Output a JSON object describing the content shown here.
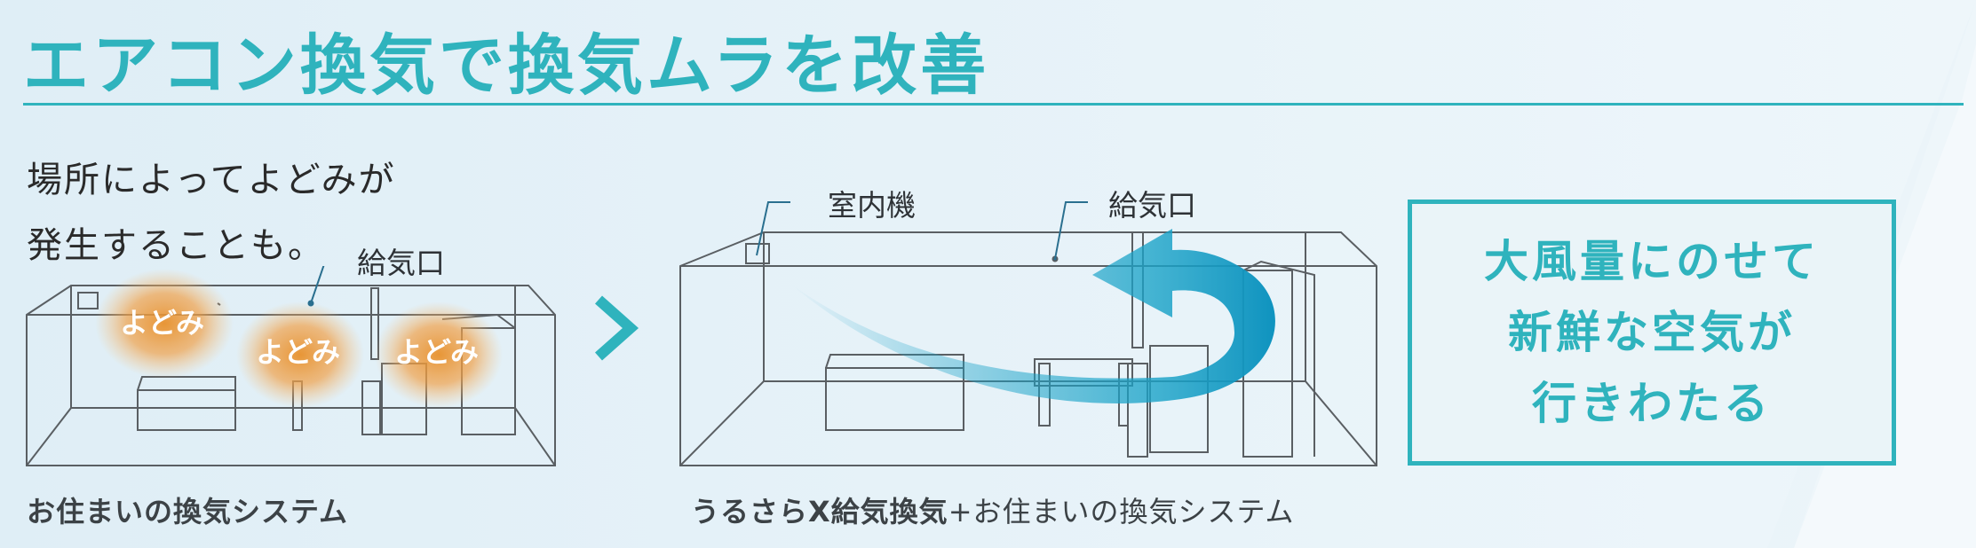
{
  "title": "エアコン換気で換気ムラを改善",
  "note": {
    "line1": "場所によってよどみが",
    "line2": "発生することも。"
  },
  "left_room": {
    "supply_label": "給気口",
    "stagnation_labels": [
      "よどみ",
      "よどみ",
      "よどみ"
    ],
    "caption": "お住まいの換気システム"
  },
  "right_room": {
    "indoor_unit_label": "室内機",
    "supply_label": "給気口",
    "caption_main": "うるさらX給気換気",
    "caption_plus": "+お住まいの換気システム"
  },
  "promo": {
    "line1": "大風量にのせて",
    "line2": "新鮮な空気が",
    "line3": "行きわたる"
  },
  "colors": {
    "accent": "#2fb3bd",
    "stagnation": "#e8912c",
    "airflow": "#1aa3c8",
    "line": "#5a5f63"
  },
  "icons": {
    "transition": "chevron-right-icon"
  }
}
